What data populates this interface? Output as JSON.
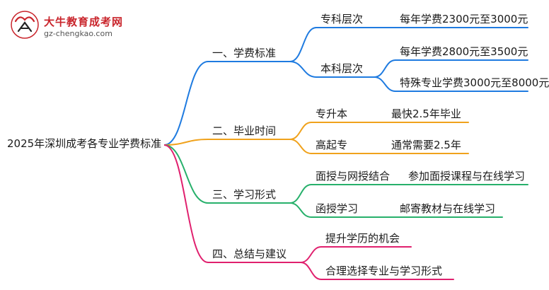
{
  "logo": {
    "title": "大牛教育成考网",
    "url": "gz-chengkao.com"
  },
  "root": "2025年深圳成考各专业学费标准",
  "branches": [
    {
      "label": "一、学费标准",
      "color": "#1f7be0",
      "children": [
        {
          "label": "专科层次",
          "leaves": [
            "每年学费2300元至3000元"
          ]
        },
        {
          "label": "本科层次",
          "leaves": [
            "每年学费2800元至3500元",
            "特殊专业学费3000元至8000元"
          ]
        }
      ]
    },
    {
      "label": "二、毕业时间",
      "color": "#f0a21c",
      "children": [
        {
          "label": "专升本",
          "leaves": [
            "最快2.5年毕业"
          ]
        },
        {
          "label": "高起专",
          "leaves": [
            "通常需要2.5年"
          ]
        }
      ]
    },
    {
      "label": "三、学习形式",
      "color": "#27b06b",
      "children": [
        {
          "label": "面授与网授结合",
          "leaves": [
            "参加面授课程与在线学习"
          ]
        },
        {
          "label": "函授学习",
          "leaves": [
            "邮寄教材与在线学习"
          ]
        }
      ]
    },
    {
      "label": "四、总结与建议",
      "color": "#e0206e",
      "children": [
        {
          "label": "提升学历的机会",
          "leaves": []
        },
        {
          "label": "合理选择专业与学习形式",
          "leaves": []
        }
      ]
    }
  ]
}
